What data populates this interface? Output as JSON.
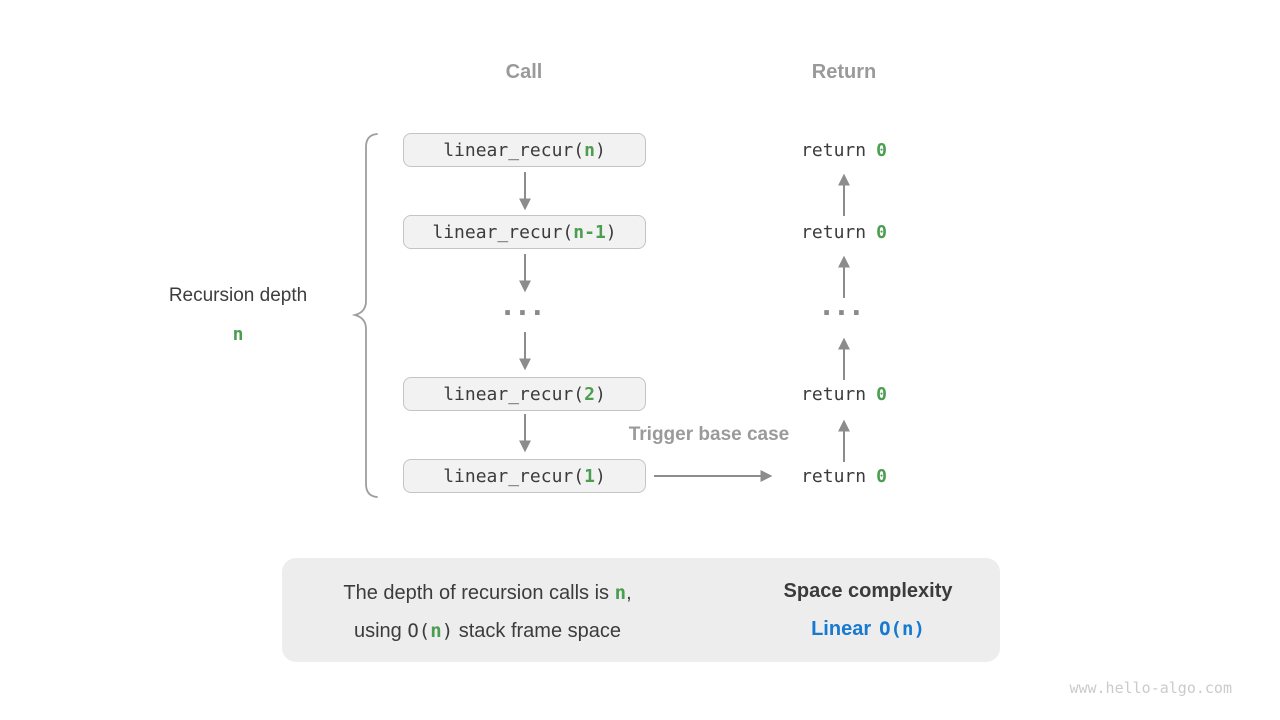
{
  "headers": {
    "call": "Call",
    "return": "Return"
  },
  "depth": {
    "label": "Recursion depth",
    "var": "n"
  },
  "call": {
    "boxes": [
      {
        "pre": "linear_recur(",
        "arg": "n",
        "post": ")"
      },
      {
        "pre": "linear_recur(",
        "arg": "n-1",
        "post": ")"
      },
      {
        "pre": "linear_recur(",
        "arg": "2",
        "post": ")"
      },
      {
        "pre": "linear_recur(",
        "arg": "1",
        "post": ")"
      }
    ],
    "ellipsis": "..."
  },
  "ret": {
    "items": [
      {
        "pre": "return",
        "val": "0"
      },
      {
        "pre": "return",
        "val": "0"
      },
      {
        "pre": "return",
        "val": "0"
      },
      {
        "pre": "return",
        "val": "0"
      }
    ],
    "ellipsis": "..."
  },
  "trigger": "Trigger base case",
  "panel": {
    "line1": {
      "prefix": "The depth of recursion calls is ",
      "var": "n",
      "suffix": ","
    },
    "line2": {
      "prefix": "using ",
      "code_open": "O(",
      "var": "n",
      "code_close": ")",
      "suffix": " stack frame space"
    },
    "heading": "Space complexity",
    "result": {
      "label": "Linear",
      "code_open": "O(",
      "var": "n",
      "code_close": ")"
    }
  },
  "watermark": "www.hello-algo.com",
  "colors": {
    "green": "#4b9e50",
    "blue": "#1779cf",
    "gray_label": "#9a9a9a",
    "arrow_gray": "#8c8c8c",
    "box_bg": "#f2f2f2",
    "box_border": "#c4c4c4",
    "panel_bg": "#ededed",
    "text_dark": "#3c3c3c",
    "big_arrow": "#c7c7c7"
  }
}
